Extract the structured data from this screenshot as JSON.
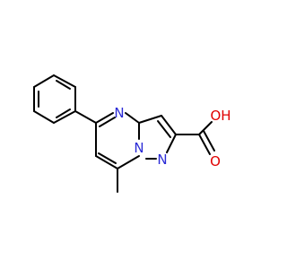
{
  "molecule": {
    "atom_labels": {
      "n_ring": "N",
      "n_bridge": "N",
      "n_pyrazole": "N",
      "oxygen_hydroxyl": "OH",
      "oxygen_carbonyl": "O"
    },
    "colors": {
      "bond": "#000000",
      "nitrogen": "#2b2bd6",
      "oxygen": "#e00000"
    }
  }
}
